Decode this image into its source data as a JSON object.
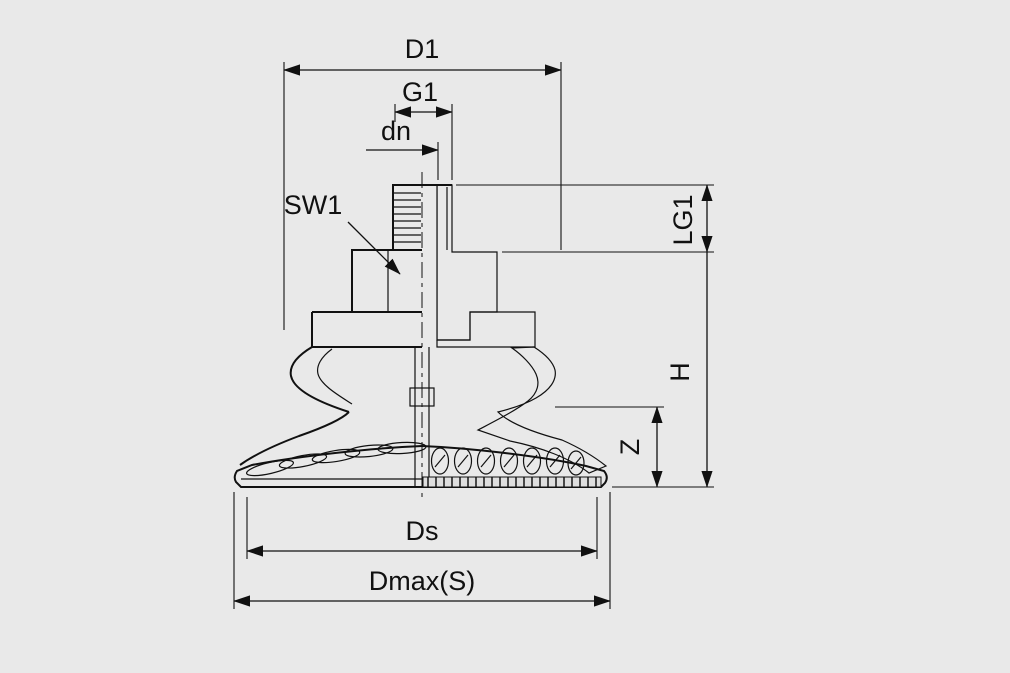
{
  "drawing": {
    "type": "technical-section-drawing",
    "subject": "bellows suction cup cross-section",
    "colors": {
      "background": "#e9e9e9",
      "line": "#111111"
    },
    "labels": {
      "d1": "D1",
      "g1": "G1",
      "dn": "dn",
      "sw1": "SW1",
      "lg1": "LG1",
      "h": "H",
      "z": "Z",
      "ds": "Ds",
      "dmax": "Dmax(S)"
    }
  }
}
